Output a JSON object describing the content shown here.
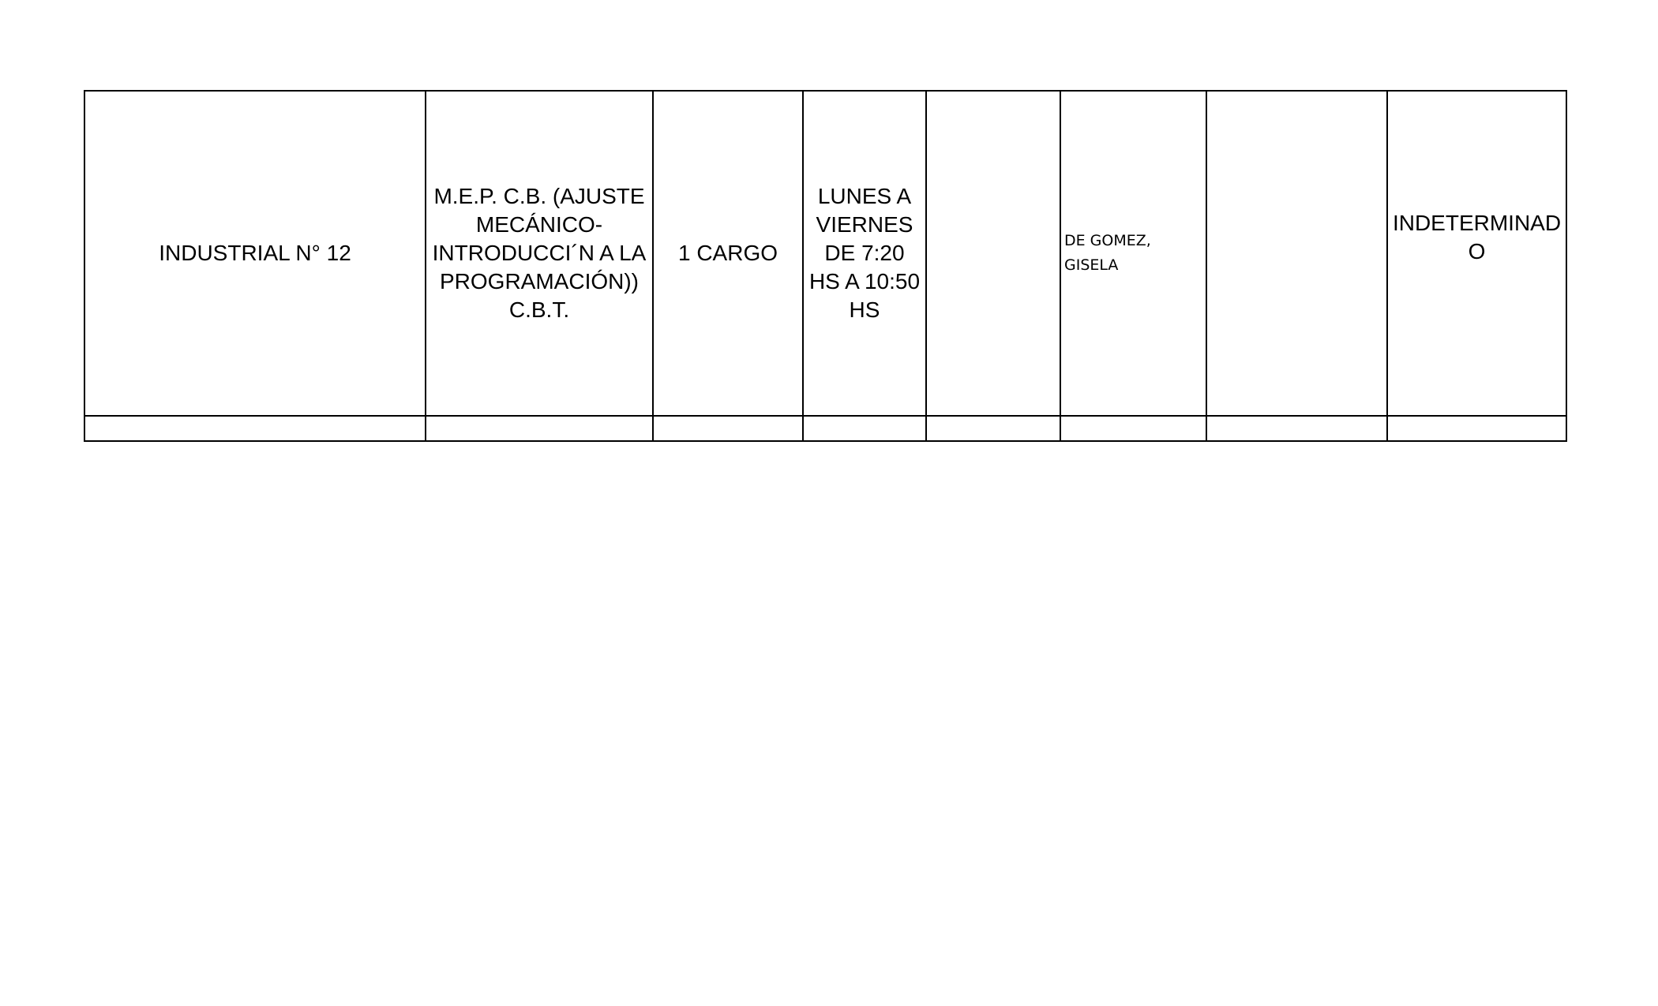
{
  "table": {
    "row": {
      "school": "INDUSTRIAL N° 12",
      "subject": "M.E.P. C.B. (AJUSTE MECÁNICO- INTRODUCCI´N A LA PROGRAMACIÓN)) C.B.T.",
      "positions": "1 CARGO",
      "schedule": "LUNES A VIERNES DE 7:20 HS A 10:50 HS",
      "col5": "",
      "teacher": "DE GOMEZ, GISELA",
      "col7": "",
      "duration": "INDETERMINADO"
    }
  }
}
